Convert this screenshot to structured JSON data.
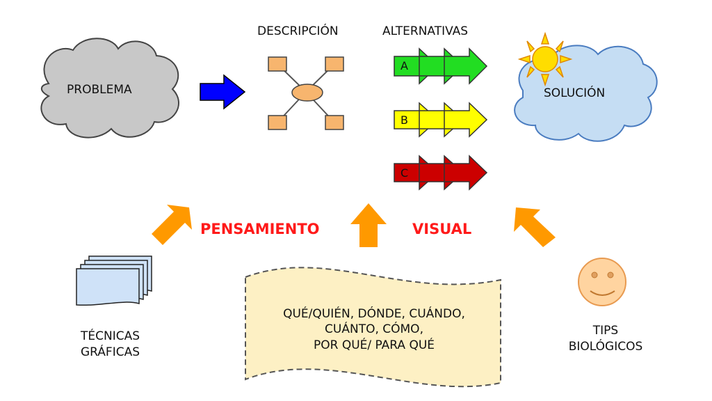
{
  "labels": {
    "descripcion": "DESCRIPCIÓN",
    "alternativas": "ALTERNATIVAS",
    "problema": "PROBLEMA",
    "solucion": "SOLUCIÓN",
    "pensamiento": "PENSAMIENTO",
    "visual": "VISUAL",
    "tecnicas_line1": "TÉCNICAS",
    "tecnicas_line2": "GRÁFICAS",
    "tips_line1": "TIPS",
    "tips_line2": "BIOLÓGICOS"
  },
  "alternatives": [
    {
      "letter": "A",
      "color": "#22dd22"
    },
    {
      "letter": "B",
      "color": "#ffff00"
    },
    {
      "letter": "C",
      "color": "#cc0000"
    }
  ],
  "scroll": {
    "line1": "QUÉ/QUIÉN, DÓNDE, CUÁNDO,",
    "line2": "CUÁNTO, CÓMO,",
    "line3": "POR QUÉ/ PARA QUÉ"
  },
  "colors": {
    "problem_cloud": "#c8c8c8",
    "solution_cloud": "#c5ddf3",
    "blue_arrow": "#0000ff",
    "orange_arrow": "#ff9900",
    "scroll_fill": "#fdf0c4",
    "node_fill": "#f7b56e",
    "sun": "#ffdd00",
    "smiley": "#ffd4a0",
    "doc_fill": "#cfe2f8",
    "title_red": "#ff1a1a"
  }
}
